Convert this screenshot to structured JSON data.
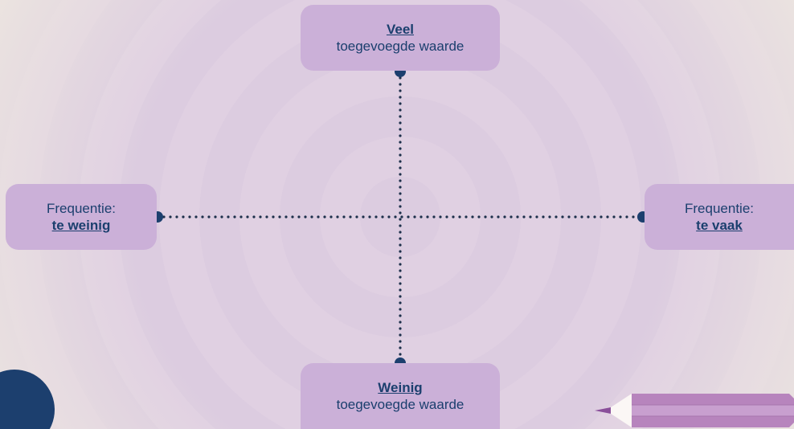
{
  "diagram": {
    "top": {
      "strong": "Veel",
      "text": "toegevoegde waarde"
    },
    "bottom": {
      "strong": "Weinig",
      "text": "toegevoegde waarde"
    },
    "left": {
      "text": "Frequentie:",
      "strong": "te weinig"
    },
    "right": {
      "text": "Frequentie:",
      "strong": "te vaak"
    }
  },
  "colors": {
    "box_fill": "#cbb0d8",
    "text": "#1b3f6e",
    "axis_dots": "#1c3f6e",
    "background": "#ece5e0",
    "ring": "#dccce0"
  },
  "decorations": [
    "navy-circle",
    "pencil-icon"
  ]
}
